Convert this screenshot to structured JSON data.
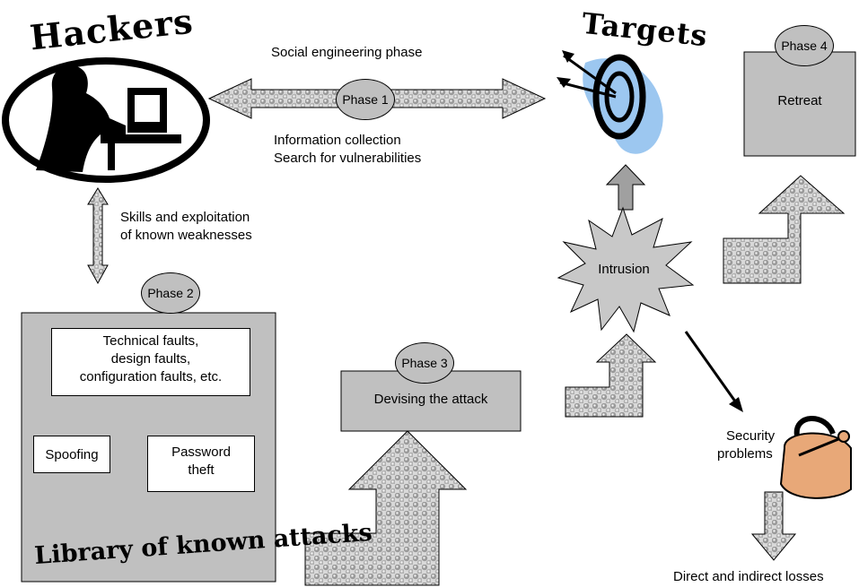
{
  "titles": {
    "hackers": "Hackers",
    "targets": "Targets"
  },
  "phases": {
    "phase1": "Phase 1",
    "phase2": "Phase 2",
    "phase3": "Phase 3",
    "phase4": "Phase 4"
  },
  "labels": {
    "social_engineering": "Social engineering phase",
    "info_collection": "Information collection",
    "search_vulns": "Search for vulnerabilities",
    "skills_line1": "Skills and exploitation",
    "skills_line2": "of known weaknesses",
    "intrusion": "Intrusion",
    "retreat": "Retreat",
    "devising": "Devising the attack",
    "security_line1": "Security",
    "security_line2": "problems",
    "losses": "Direct and indirect losses"
  },
  "library": {
    "faults_line1": "Technical faults,",
    "faults_line2": "design faults,",
    "faults_line3": "configuration faults, etc.",
    "spoofing": "Spoofing",
    "password_line1": "Password",
    "password_line2": "theft",
    "title": "Library of known attacks"
  },
  "icons": [
    "hacker-at-computer-icon",
    "target-with-darts-icon",
    "padlock-key-icon"
  ],
  "colors": {
    "gray_fill": "#c0c0c0",
    "dot_fill": "#b8b8b8",
    "target_blue": "#9cc7f0",
    "lock_orange": "#e8a878"
  }
}
